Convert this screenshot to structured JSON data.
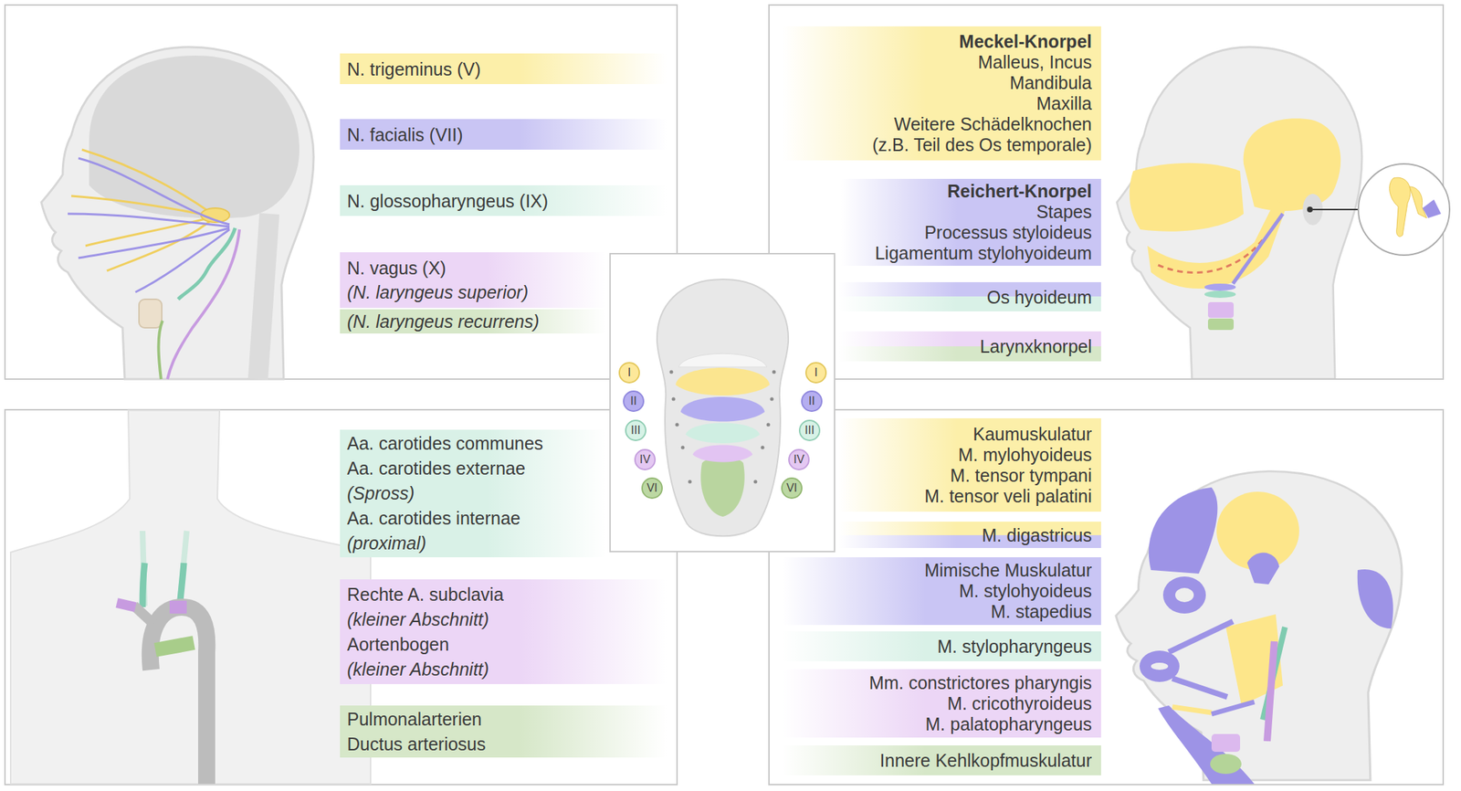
{
  "diagram": {
    "nodes": [
      {
        "text": [
          "N. trigeminus (V)"
        ]
      },
      {
        "text": [
          "N. facialis (VII)"
        ]
      },
      {
        "text": [
          "N. glossopharyngeus (IX)"
        ]
      },
      {
        "text": [
          "N. vagus (X)",
          "(N. laryngeus superior)"
        ]
      },
      {
        "text": [
          "(N. laryngeus recurrens)"
        ]
      },
      {
        "text": [
          "Meckel-Knorpel",
          "Malleus, Incus",
          "Mandibula",
          "Maxilla",
          "Weitere Schädelknochen",
          "(z.B. Teil des Os temporale)"
        ]
      },
      {
        "text": [
          "Reichert-Knorpel",
          "Stapes",
          "Processus styloideus",
          "Ligamentum stylohyoideum"
        ]
      },
      {
        "text": [
          "Os hyoideum"
        ]
      },
      {
        "text": [
          "Larynxknorpel"
        ]
      },
      {
        "text": [
          "I"
        ]
      },
      {
        "text": [
          "I"
        ]
      },
      {
        "text": [
          "II"
        ]
      },
      {
        "text": [
          "II"
        ]
      },
      {
        "text": [
          "III"
        ]
      },
      {
        "text": [
          "III"
        ]
      },
      {
        "text": [
          "IV"
        ]
      },
      {
        "text": [
          "IV"
        ]
      },
      {
        "text": [
          "VI"
        ]
      },
      {
        "text": [
          "VI"
        ]
      },
      {
        "text": [
          "Aa. carotides communes",
          "Aa. carotides externae",
          "(Spross)",
          "Aa. carotides internae",
          "(proximal)"
        ]
      },
      {
        "text": [
          "Rechte A. subclavia",
          "(kleiner Abschnitt)",
          "Aortenbogen",
          "(kleiner Abschnitt)"
        ]
      },
      {
        "text": [
          "Pulmonalarterien",
          "Ductus arteriosus"
        ]
      },
      {
        "text": [
          "Kaumuskulatur",
          "M. mylohyoideus",
          "M. tensor tympani",
          "M. tensor veli palatini"
        ]
      },
      {
        "text": [
          "M. digastricus"
        ]
      },
      {
        "text": [
          "Mimische Muskulatur",
          "M. stylohyoideus",
          "M. stapedius"
        ]
      },
      {
        "text": [
          "M. stylopharyngeus"
        ]
      },
      {
        "text": [
          "Mm. constrictores pharyngis",
          "M. cricothyroideus",
          "M. palatopharyngeus"
        ]
      },
      {
        "text": [
          "Innere Kehlkopfmuskulatur"
        ]
      }
    ]
  }
}
